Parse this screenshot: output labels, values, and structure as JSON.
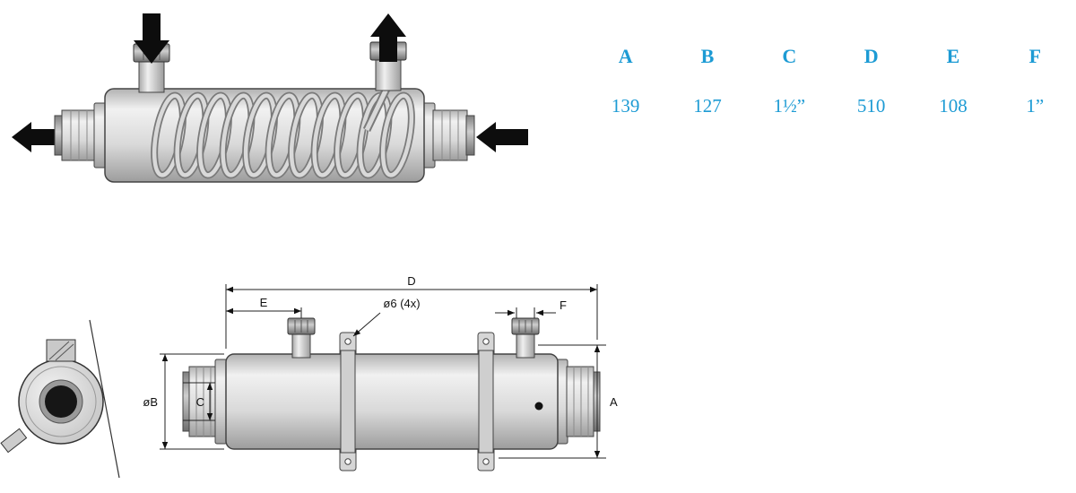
{
  "dimension_table": {
    "headers": [
      "A",
      "B",
      "C",
      "D",
      "E",
      "F"
    ],
    "values": [
      "139",
      "127",
      "1½”",
      "510",
      "108",
      "1”"
    ],
    "text_color": "#1d9bd4"
  },
  "drawing": {
    "labels": {
      "d": "D",
      "e": "E",
      "f": "F",
      "a": "A",
      "c": "C",
      "b_dia": "øB",
      "holes": "ø6 (4x)"
    }
  }
}
